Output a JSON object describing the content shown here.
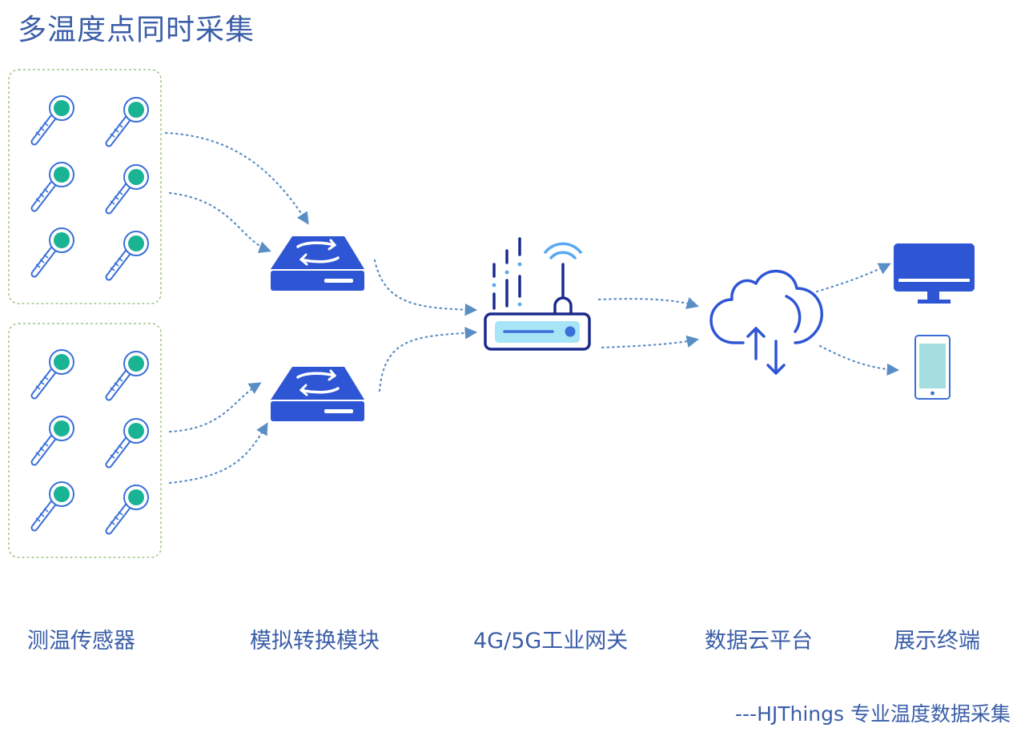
{
  "title": "多温度点同时采集",
  "stages": {
    "sensor": "测温传感器",
    "module": "模拟转换模块",
    "gateway": "4G/5G工业网关",
    "cloud": "数据云平台",
    "terminal": "展示终端"
  },
  "footer": "---HJThings 专业温度数据采集",
  "colors": {
    "text": "#3b5ea8",
    "primary": "#2e56d4",
    "sensor_bulb": "#1ab394",
    "sensor_outline": "#3a6fd8",
    "group_border": "#8dba70",
    "arrow": "#5a8fc6",
    "gateway_screen": "#a6e4f6",
    "phone_screen": "#a4dee0",
    "wifi": "#59a8f0",
    "gateway_dark": "#1b2a8c"
  },
  "icons": [
    "thermometer-icon",
    "converter-icon",
    "router-icon",
    "cloud-sync-icon",
    "monitor-icon",
    "phone-icon"
  ]
}
